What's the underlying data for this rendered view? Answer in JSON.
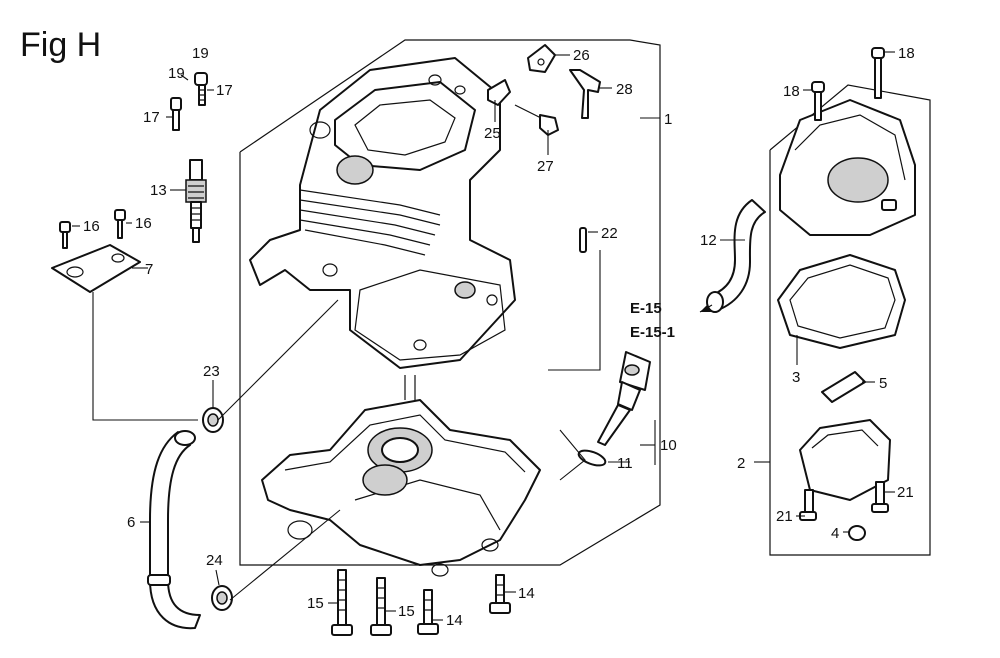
{
  "figure": {
    "title": "Fig H"
  },
  "references": {
    "e15": "E-15",
    "e151": "E-15-1"
  },
  "callouts": {
    "c1": "1",
    "c2": "2",
    "c3": "3",
    "c4": "4",
    "c5": "5",
    "c6": "6",
    "c7": "7",
    "c10": "10",
    "c11": "11",
    "c12": "12",
    "c13": "13",
    "c14a": "14",
    "c14b": "14",
    "c15a": "15",
    "c15b": "15",
    "c16a": "16",
    "c16b": "16",
    "c17a": "17",
    "c17b": "17",
    "c18a": "18",
    "c18b": "18",
    "c19a": "19",
    "c19b": "19",
    "c21a": "21",
    "c21b": "21",
    "c22": "22",
    "c23": "23",
    "c24": "24",
    "c25": "25",
    "c26": "26",
    "c27": "27",
    "c28": "28"
  }
}
